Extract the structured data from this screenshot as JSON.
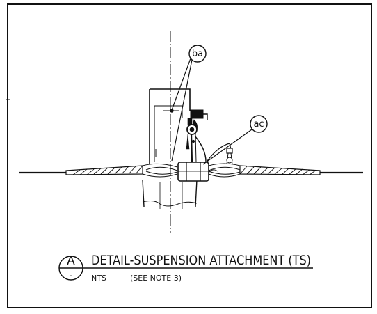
{
  "callouts": {
    "ba": "ba",
    "ac": "ac"
  },
  "title_block": {
    "detail_letter": "A",
    "sheet_ref": "-",
    "title": "DETAIL-SUSPENSION ATTACHMENT (TS)",
    "scale": "NTS",
    "note": "(SEE NOTE 3)"
  },
  "colors": {
    "line": "#111111",
    "background": "#ffffff"
  }
}
